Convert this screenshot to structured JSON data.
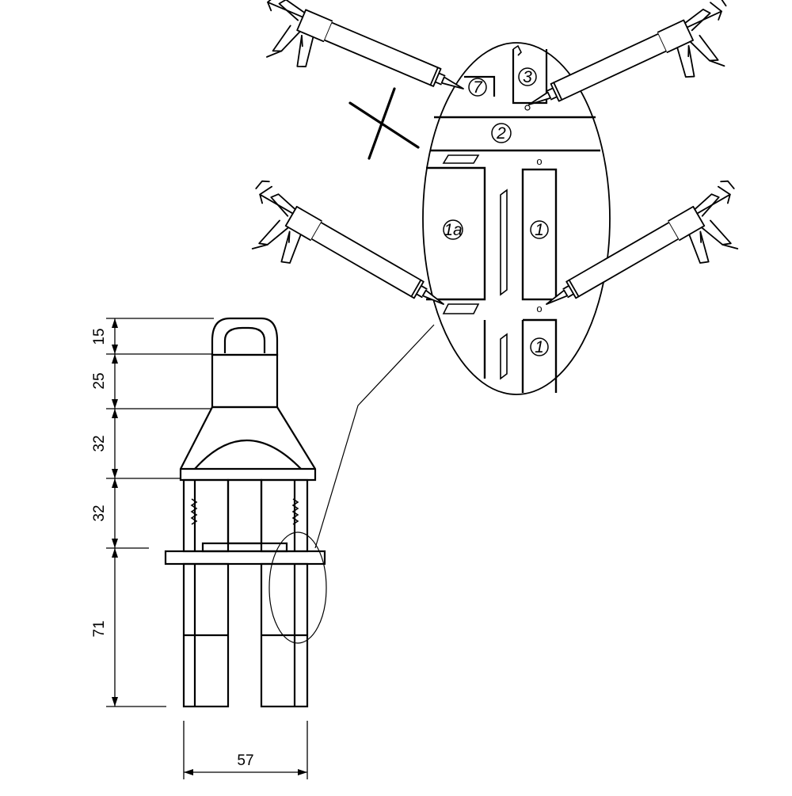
{
  "dimensions": {
    "d15": "15",
    "d25": "25",
    "d32_upper": "32",
    "d32_lower": "32",
    "d71": "71",
    "d57": "57"
  },
  "parts": {
    "p7": "7",
    "p3": "3",
    "p2": "2",
    "p1a": "1a",
    "p1_upper": "1",
    "p1_lower": "1"
  },
  "marks": {
    "hole_top": "o",
    "hole_bottom": "o"
  },
  "icons": {
    "gun_crossed": "caulking-gun-icon",
    "gun_top_right": "caulking-gun-icon",
    "gun_left": "caulking-gun-icon",
    "gun_right": "caulking-gun-icon",
    "cross": "cross-out-icon"
  },
  "colors": {
    "ink": "#000000",
    "paper": "#ffffff"
  }
}
